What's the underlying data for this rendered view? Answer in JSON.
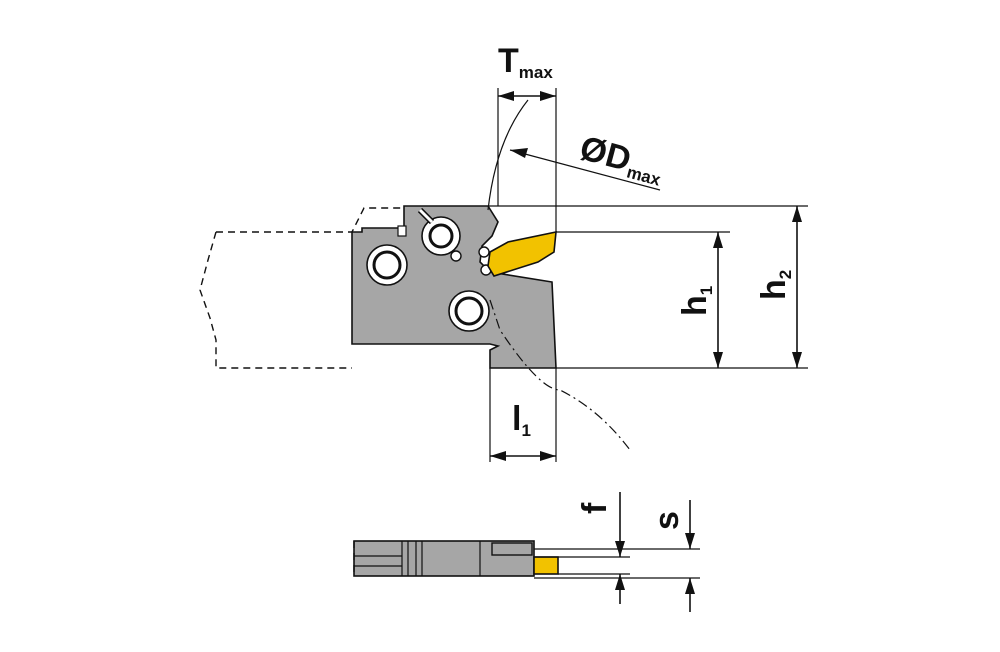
{
  "labels": {
    "t_max": {
      "main": "T",
      "sub": "max"
    },
    "d_max": {
      "main": "ØD",
      "sub": "max"
    },
    "h1": {
      "main": "h",
      "sub": "1"
    },
    "h2": {
      "main": "h",
      "sub": "2"
    },
    "l1": {
      "main": "l",
      "sub": "1"
    },
    "f": "f",
    "s": "s"
  },
  "colors": {
    "body_gray": "#a6a6a6",
    "insert_yellow": "#f2c200",
    "line": "#111111",
    "background": "#ffffff"
  }
}
